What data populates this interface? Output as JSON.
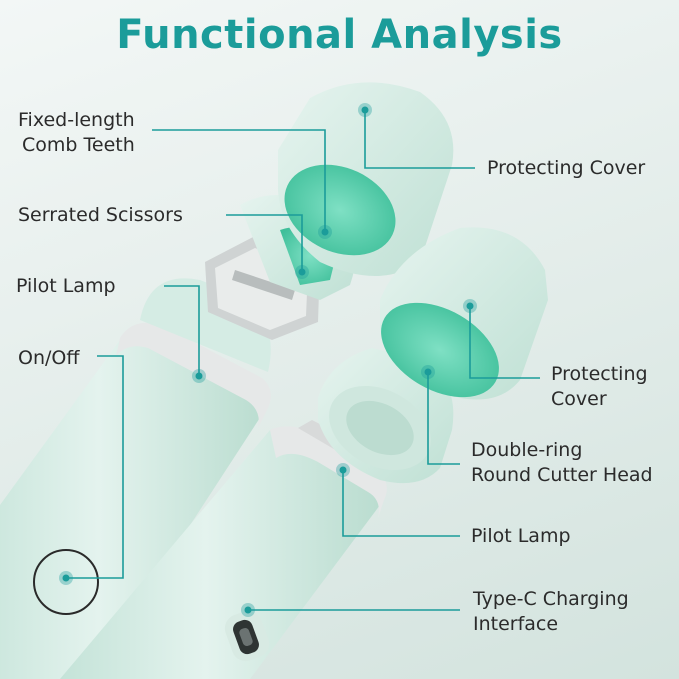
{
  "title": "Functional Analysis",
  "labels": {
    "comb_teeth": [
      "Fixed-length",
      "Comb Teeth"
    ],
    "serrated_scissors": "Serrated Scissors",
    "pilot_lamp_left": "Pilot Lamp",
    "on_off": "On/Off",
    "protecting_cover_top": "Protecting Cover",
    "protecting_cover_right": [
      "Protecting",
      "Cover"
    ],
    "cutter_head": [
      "Double-ring",
      "Round Cutter Head"
    ],
    "pilot_lamp_right": "Pilot Lamp",
    "charging": [
      "Type-C Charging",
      "Interface"
    ]
  },
  "colors": {
    "accent": "#1b9c9a",
    "body": "#d6ece4",
    "inner_green": "#5fd0b0",
    "ring": "#e6e8e8"
  }
}
